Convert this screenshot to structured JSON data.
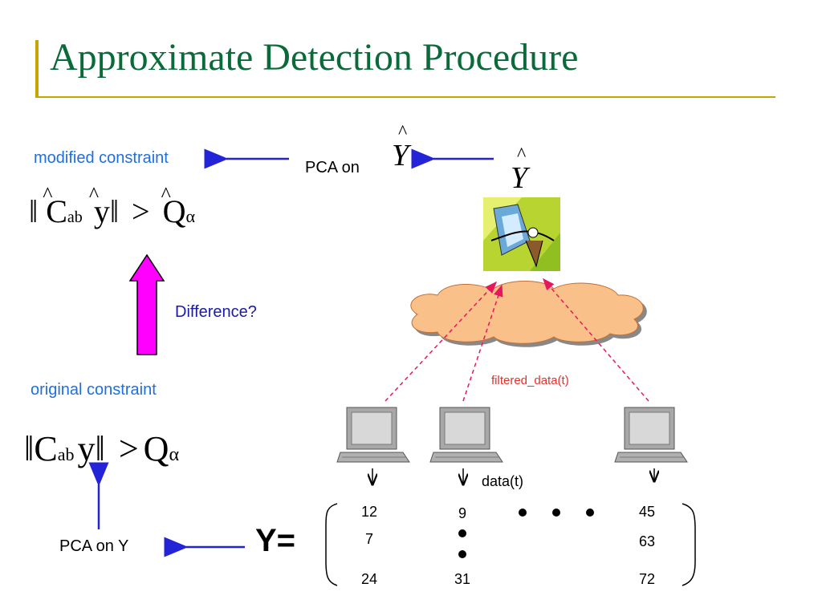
{
  "title": "Approximate Detection Procedure",
  "labels": {
    "modified_constraint": "modified constraint",
    "original_constraint": "original constraint",
    "difference": "Difference?",
    "pca_on_prefix": "PCA on",
    "y_hat_symbol": "Y",
    "pca_on_y": "PCA on Y",
    "y_equals": "Y=",
    "filtered_data": "filtered_data(t)",
    "data_t": "data(t)"
  },
  "formulas": {
    "modified": {
      "norm": "‖",
      "C": "C",
      "sub": "ab",
      "y": "y",
      "gt": ">",
      "Q": "Q",
      "alpha": "α"
    },
    "original": {
      "norm": "‖",
      "C": "C",
      "sub": "ab",
      "y": "y",
      "gt": ">",
      "Q": "Q",
      "alpha": "α"
    }
  },
  "matrix": {
    "col1": [
      "12",
      "7",
      "24"
    ],
    "col2": [
      "9",
      "31"
    ],
    "col3": [
      "45",
      "63",
      "72"
    ]
  },
  "icons": {
    "laptop": "laptop-icon",
    "cloud": "network-cloud-icon",
    "detector": "detector-clipart-icon"
  },
  "colors": {
    "title": "#0b6a3a",
    "accent": "#c8a400",
    "blue_text": "#1e6fe0",
    "navy_text": "#1a1aa8",
    "arrow_blue": "#2323d8",
    "arrow_magenta": "#ff00ff",
    "dashed_red": "#e8175d",
    "cloud_fill": "#f9c089"
  }
}
